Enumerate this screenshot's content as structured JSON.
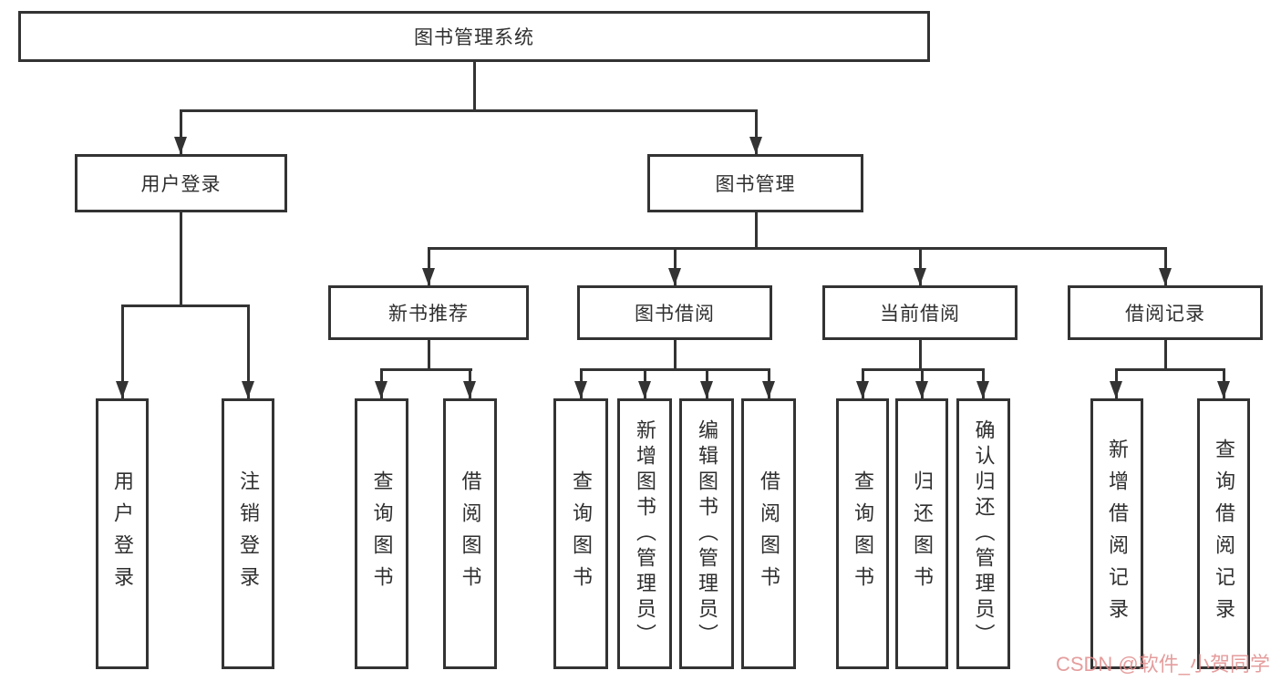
{
  "root": {
    "label": "图书管理系统"
  },
  "branches": {
    "user_login": {
      "label": "用户登录",
      "children": [
        "用户登录",
        "注销登录"
      ]
    },
    "book_management": {
      "label": "图书管理",
      "modules": [
        {
          "label": "新书推荐",
          "children": [
            "查询图书",
            "借阅图书"
          ]
        },
        {
          "label": "图书借阅",
          "children": [
            "查询图书",
            "新增图书（管理员）",
            "编辑图书（管理员）",
            "借阅图书"
          ]
        },
        {
          "label": "当前借阅",
          "children": [
            "查询图书",
            "归还图书",
            "确认归还（管理员）"
          ]
        },
        {
          "label": "借阅记录",
          "children": [
            "新增借阅记录",
            "查询借阅记录"
          ]
        }
      ]
    }
  },
  "watermark": {
    "text": "CSDN @软件_小贺同学",
    "color": "#e08c8c"
  },
  "colors": {
    "line": "#333333",
    "box_border": "#333333",
    "text": "#2f2f2f",
    "background": "#ffffff"
  }
}
